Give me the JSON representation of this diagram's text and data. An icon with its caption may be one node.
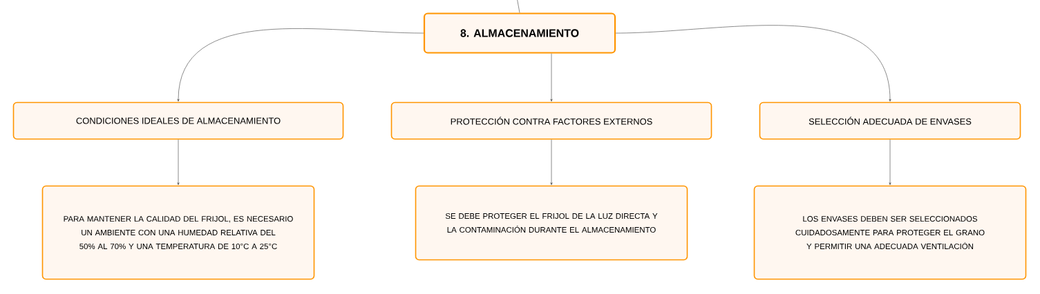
{
  "diagram": {
    "nodes": [
      {
        "text": [
          "8. ALMACENAMIENTO"
        ]
      },
      {
        "text": [
          "CONDICIONES IDEALES DE ALMACENAMIENTO"
        ]
      },
      {
        "text": [
          "PROTECCIÓN CONTRA FACTORES EXTERNOS"
        ]
      },
      {
        "text": [
          "SELECCIÓN ADECUADA DE ENVASES"
        ]
      },
      {
        "text": [
          "PARA MANTENER LA CALIDAD DEL FRIJOL, ES NECESARIO UN AMBIENTE CON UNA HUMEDAD RELATIVA DEL 50% AL 70% Y UNA TEMPERATURA DE 10°C A 25°C"
        ]
      },
      {
        "text": [
          "SE DEBE PROTEGER EL FRIJOL DE LA LUZ DIRECTA Y LA CONTAMINACIÓN DURANTE EL ALMACENAMIENTO"
        ]
      },
      {
        "text": [
          "LOS ENVASES DEBEN SER SELECCIONADOS CUIDADOSAMENTE PARA PROTEGER EL GRANO Y PERMITIR UNA ADECUADA VENTILACIÓN"
        ]
      }
    ],
    "edges": [
      {
        "from": null,
        "to": 0,
        "arrow": "none"
      },
      {
        "from": 0,
        "to": 1,
        "arrow": "to"
      },
      {
        "from": 0,
        "to": 2,
        "arrow": "to"
      },
      {
        "from": 0,
        "to": 3,
        "arrow": "to"
      },
      {
        "from": 1,
        "to": 4,
        "arrow": "to"
      },
      {
        "from": 2,
        "to": 5,
        "arrow": "to"
      },
      {
        "from": 3,
        "to": 6,
        "arrow": "to"
      }
    ]
  }
}
